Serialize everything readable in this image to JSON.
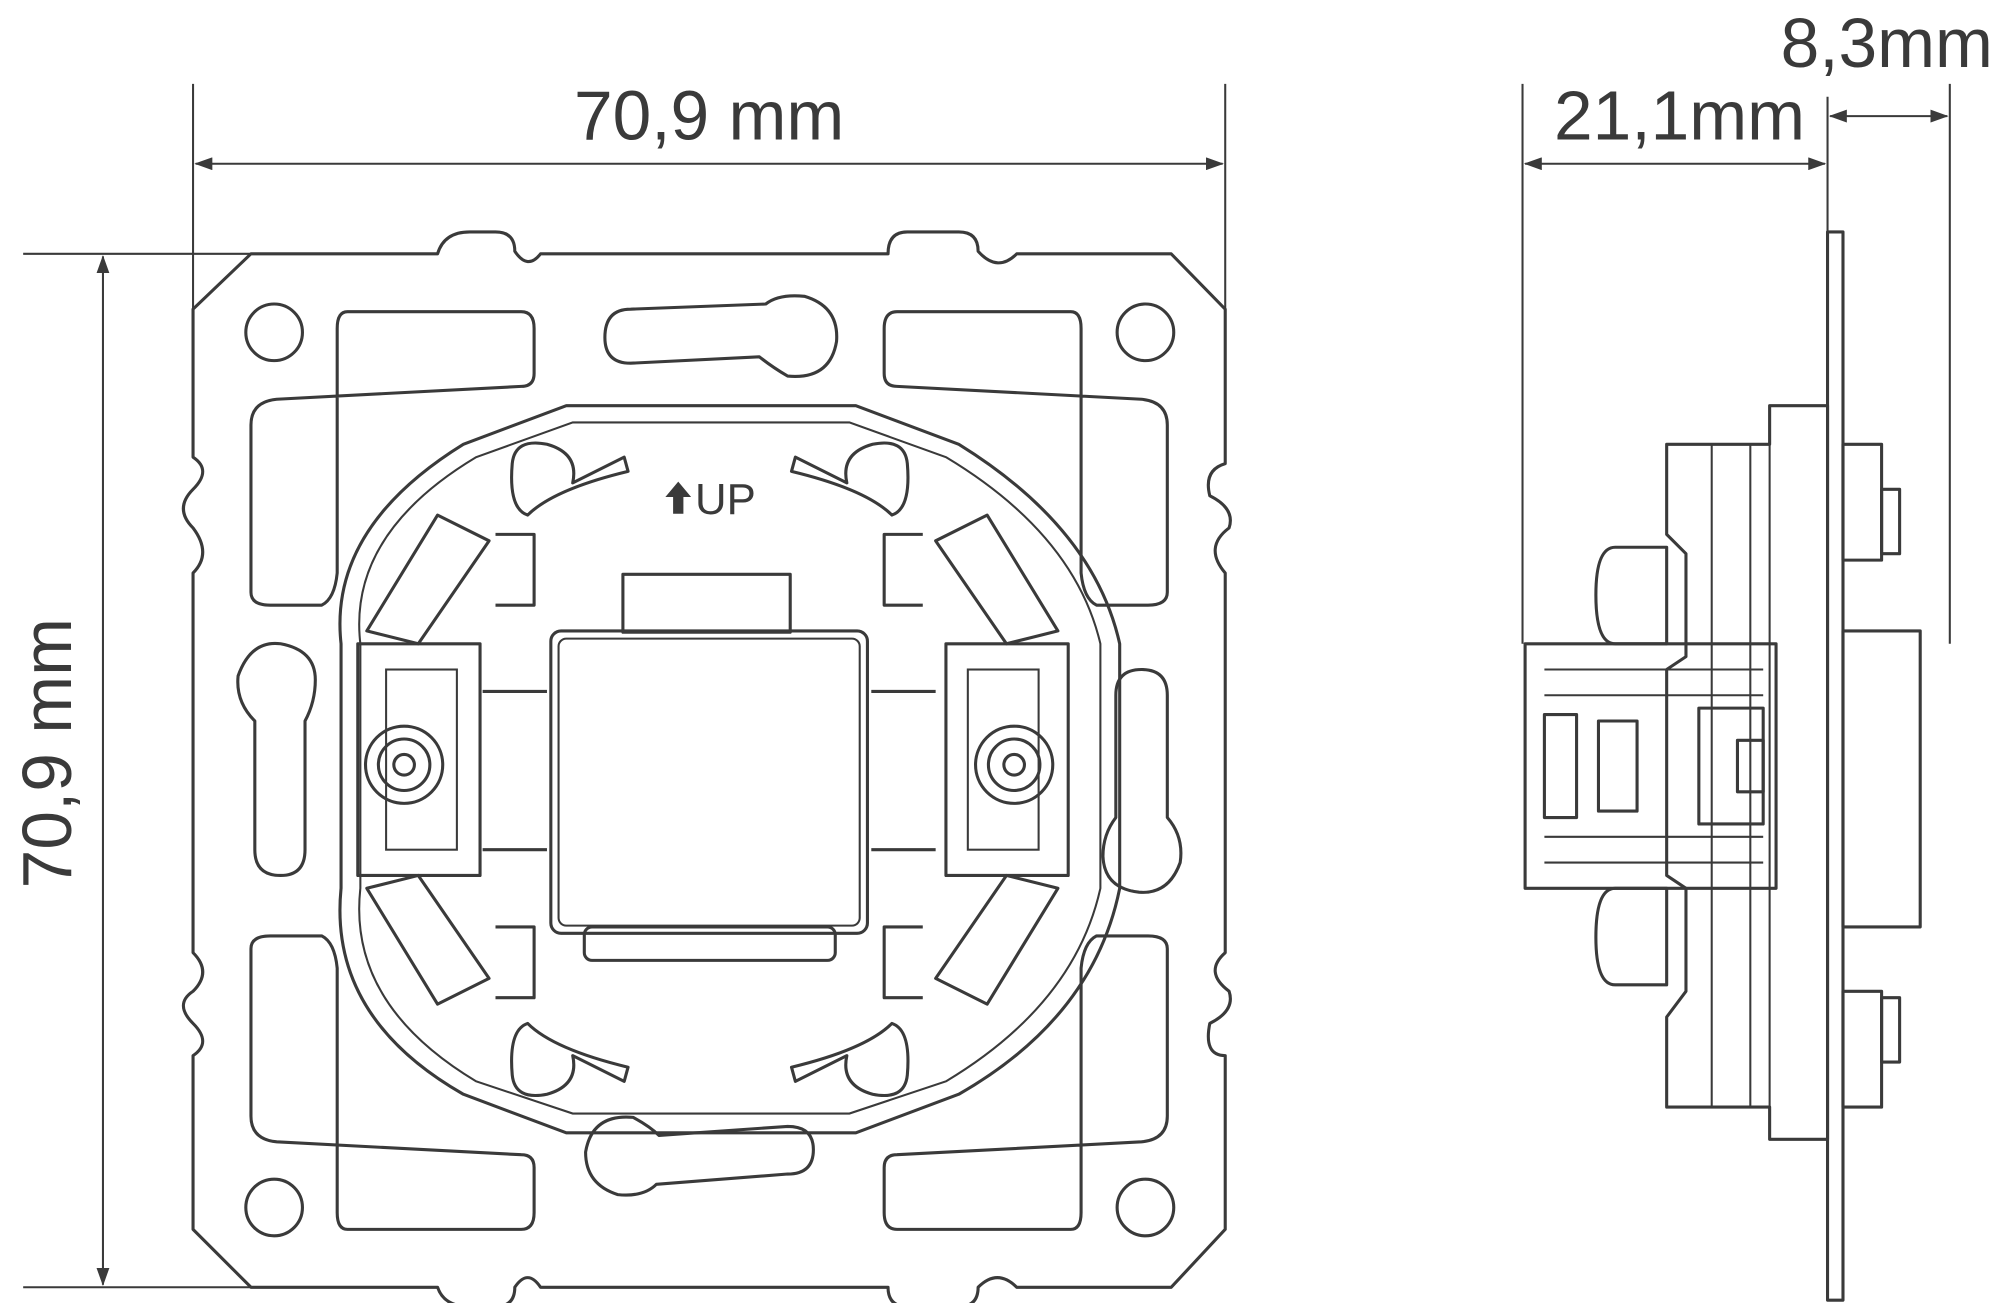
{
  "front_view": {
    "width_label": "70,9 mm",
    "height_label": "70,9 mm",
    "orientation_label": "UP"
  },
  "side_view": {
    "depth_label": "21,1mm",
    "front_depth_label": "8,3mm"
  },
  "colors": {
    "line": "#3a3a3a",
    "background": "#ffffff"
  }
}
